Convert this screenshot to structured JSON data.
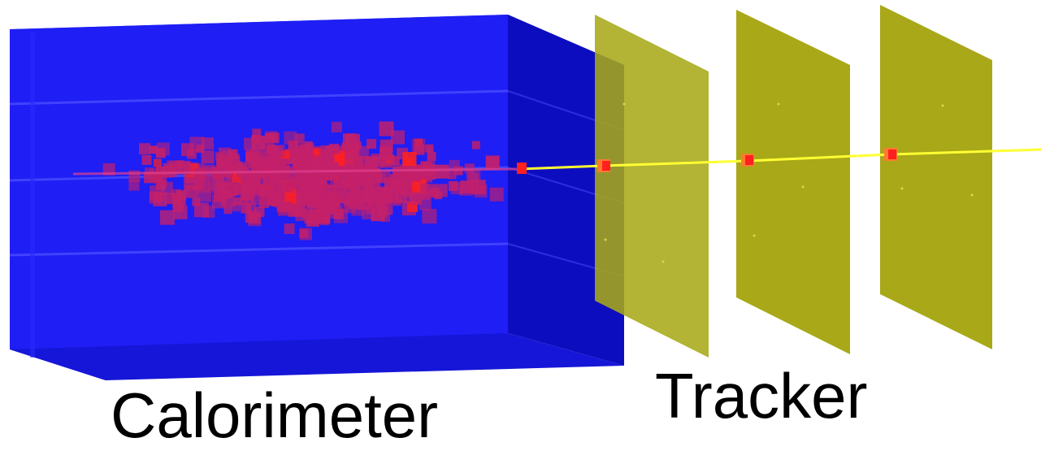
{
  "labels": {
    "calorimeter": "Calorimeter",
    "tracker": "Tracker"
  },
  "colors": {
    "calorimeter_front": "#1a1aff",
    "calorimeter_side": "#0c0cc8",
    "calorimeter_top": "#3535e0",
    "energy_deposit": "#c4206a",
    "energy_deposit_hot": "#ff2020",
    "tracker_plane": "#a9a819",
    "track_line": "#ffff33",
    "hit_marker": "#ff3030",
    "label_text": "#000000"
  },
  "tracker_planes": 3
}
